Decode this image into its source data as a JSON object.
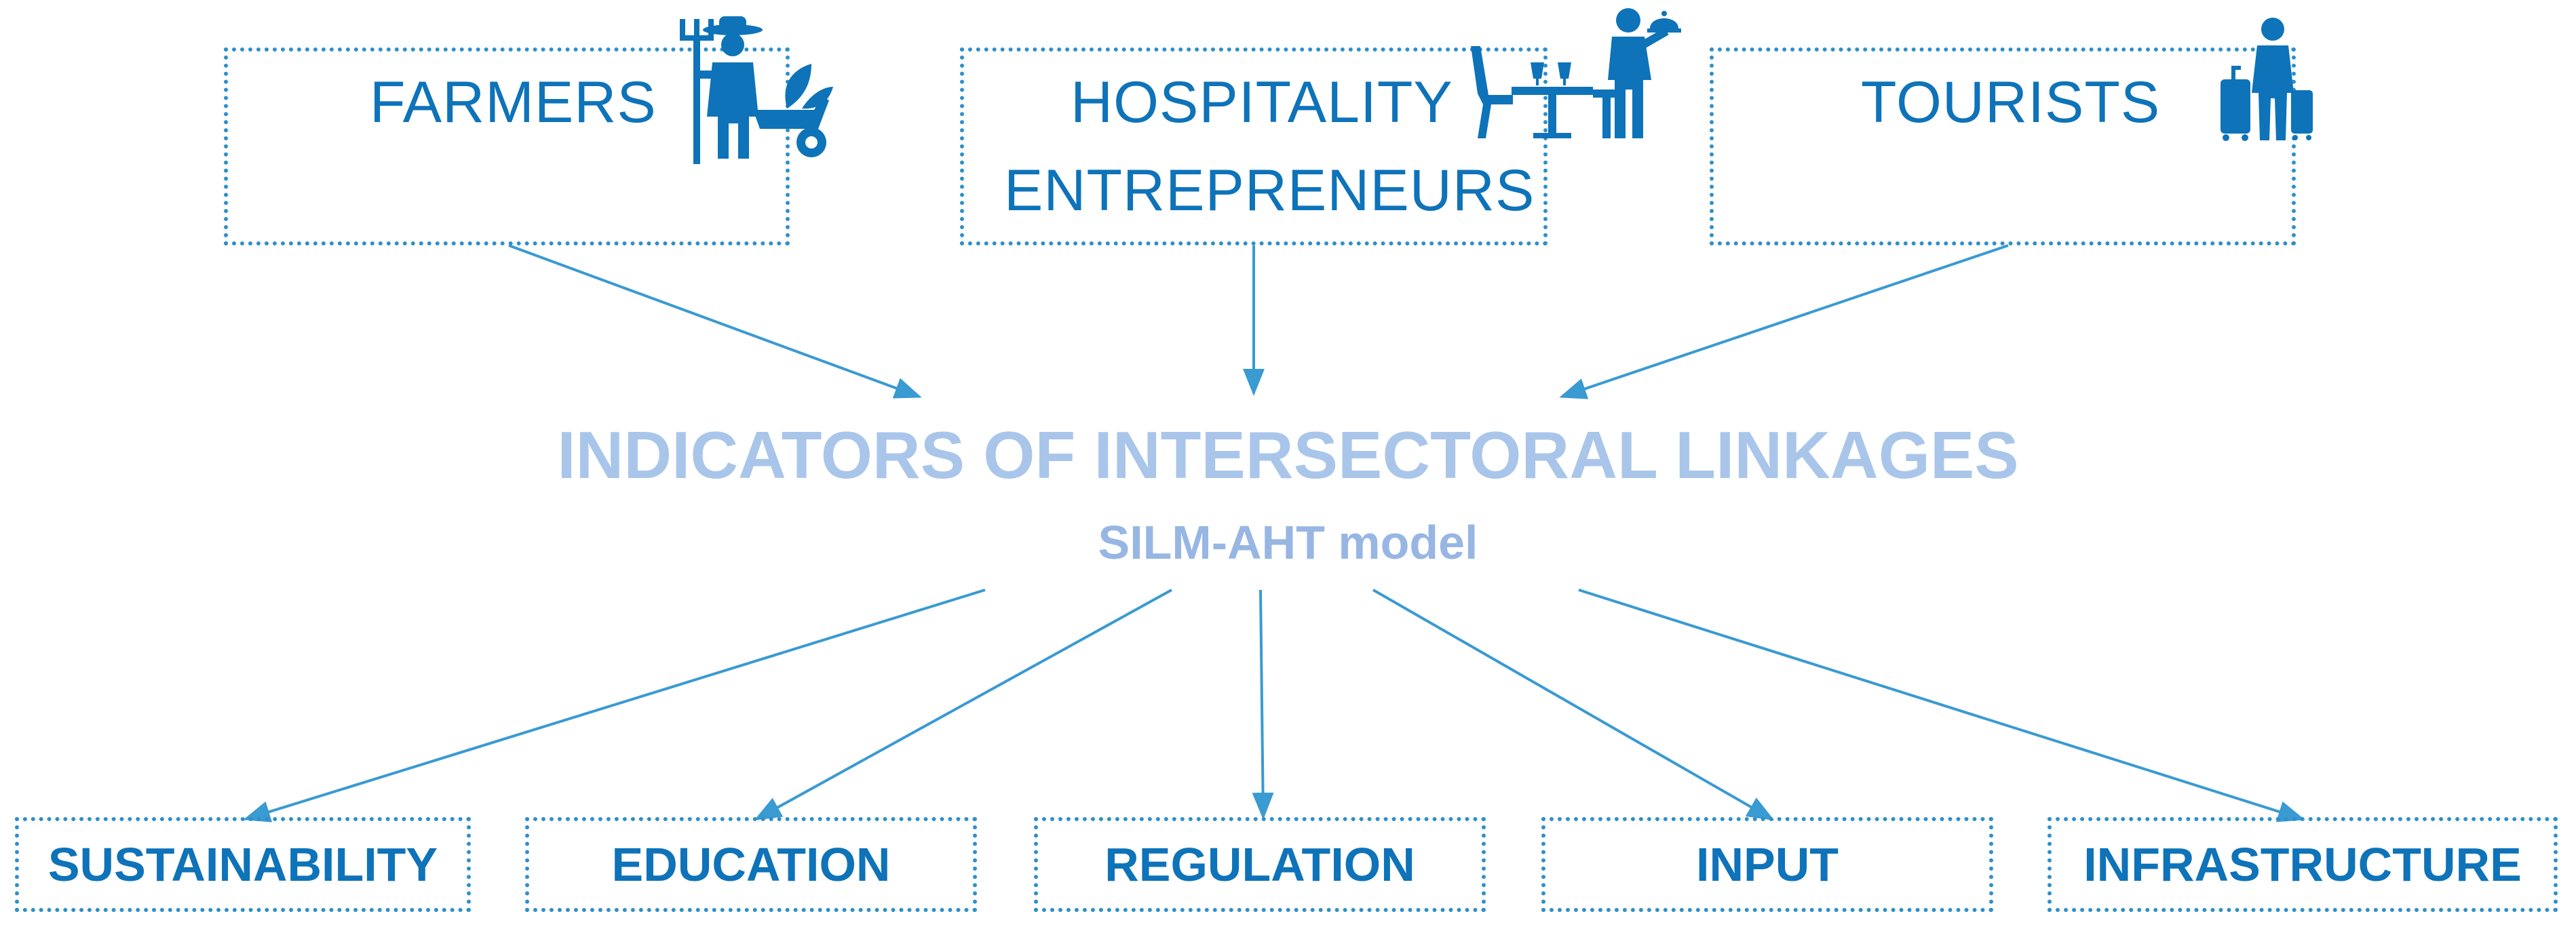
{
  "sources": {
    "farmers": "FARMERS",
    "hospitality_line1": "HOSPITALITY",
    "hospitality_line2": "ENTREPRENEURS",
    "tourists": "TOURISTS"
  },
  "center": {
    "title": "INDICATORS OF INTERSECTORAL LINKAGES",
    "subtitle": "SILM-AHT model"
  },
  "indicators": [
    "SUSTAINABILITY",
    "EDUCATION",
    "REGULATION",
    "INPUT",
    "INFRASTRUCTURE"
  ],
  "icons": [
    "farmer-icon",
    "waiter-restaurant-icon",
    "tourist-luggage-icon"
  ],
  "colors": {
    "label": "#0E73B9",
    "border": "#2E8FCB",
    "arrow": "#3A9AD2",
    "center_title": "#A9C6EA",
    "icon": "#0E73B9"
  }
}
